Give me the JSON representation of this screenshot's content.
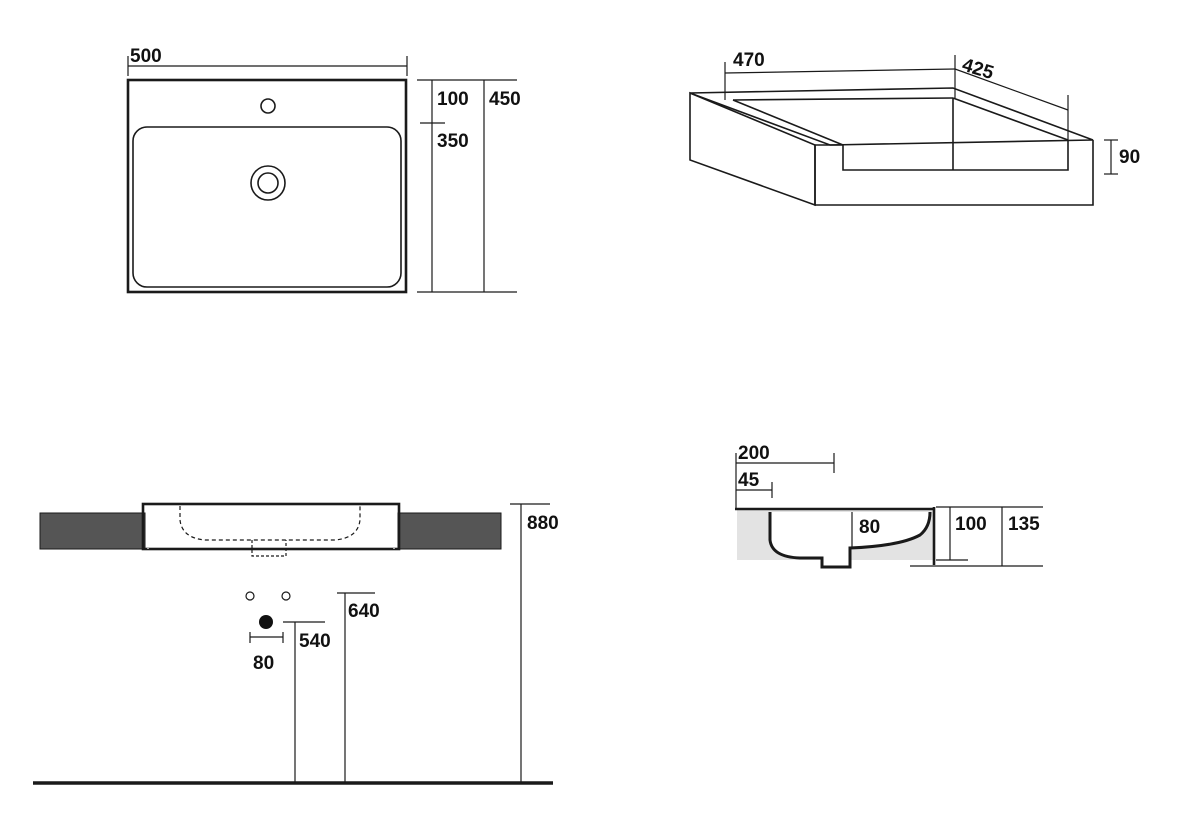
{
  "top_view": {
    "width": "500",
    "tap_offset": "100",
    "depth": "450",
    "bowl_depth": "350"
  },
  "iso_view": {
    "length": "470",
    "width": "425",
    "height": "90"
  },
  "front_view": {
    "counter_height": "880",
    "supply_height": "640",
    "drain_height": "540",
    "drain_spacing": "80"
  },
  "section_view": {
    "overhang": "200",
    "rim": "45",
    "bowl_depth": "80",
    "inner_height": "100",
    "total_height": "135"
  },
  "colors": {
    "line": "#1a1a1a",
    "counter": "#555555",
    "section_fill": "#e3e3e3"
  }
}
